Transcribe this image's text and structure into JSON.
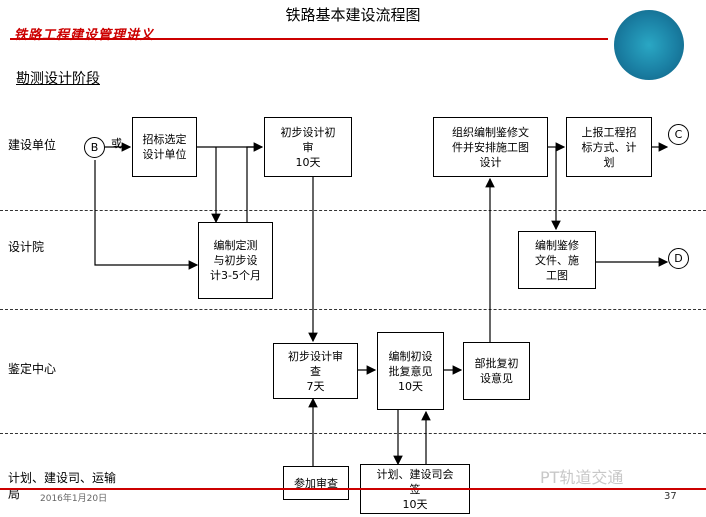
{
  "header": {
    "title": "铁路基本建设流程图",
    "subtitle": "铁路工程建设管理讲义",
    "section": "勘测设计阶段"
  },
  "lanes": [
    "建设单位",
    "设计院",
    "鉴定中心",
    "计划、建设司、运输局"
  ],
  "connectors": {
    "b": "B",
    "c": "C",
    "d": "D",
    "or_label": "或"
  },
  "boxes": {
    "bidding": "招标选定\n设计单位",
    "prelim_review": "初步设计初\n审\n10天",
    "organize": "组织编制鉴修文\n件并安排施工图\n设计",
    "report": "上报工程招\n标方式、计\n划",
    "compile_survey": "编制定测\n与初步设\n计3-5个月",
    "compile_repair": "编制鉴修\n文件、施\n工图",
    "center_review": "初步设计审\n查\n7天",
    "compile_opinion": "编制初设\n批复意见\n10天",
    "ministry_approve": "部批复初\n设意见",
    "participate": "参加审查",
    "countersign": "计划、建设司会\n签\n10天"
  },
  "footer": {
    "date": "2016年1月20日",
    "page": "37",
    "watermark": "PT轨道交通"
  },
  "colors": {
    "accent": "#cc0000",
    "logo": "#1a7fa3"
  }
}
